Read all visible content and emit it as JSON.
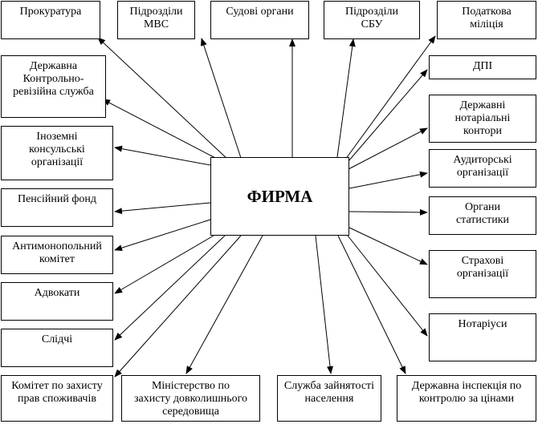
{
  "center": {
    "label": "ФИРМА"
  },
  "nodes": [
    {
      "id": "prokuratura",
      "label": "Прокуратура"
    },
    {
      "id": "mvs",
      "label": "Підрозділи\nМВС"
    },
    {
      "id": "sudovi",
      "label": "Судові органи"
    },
    {
      "id": "sbu",
      "label": "Підрозділи\nСБУ"
    },
    {
      "id": "podatkova",
      "label": "Податкова\nміліція"
    },
    {
      "id": "krs",
      "label": "Державна\nКонтрольно-\nревізійна служба"
    },
    {
      "id": "dpi",
      "label": "ДПІ"
    },
    {
      "id": "notarialni",
      "label": "Державні\nнотаріальні\nконтори"
    },
    {
      "id": "konsulski",
      "label": "Іноземні\nконсульські\nорганізації"
    },
    {
      "id": "audytorski",
      "label": "Аудиторські\nорганізації"
    },
    {
      "id": "pensiynyi",
      "label": "Пенсійний фонд"
    },
    {
      "id": "statystyka",
      "label": "Органи\nстатистики"
    },
    {
      "id": "antymonopolnyi",
      "label": "Антимонопольний\nкомітет"
    },
    {
      "id": "strakhovi",
      "label": "Страхові\nорганізації"
    },
    {
      "id": "advokaty",
      "label": "Адвокати"
    },
    {
      "id": "notariusy",
      "label": "Нотаріуси"
    },
    {
      "id": "slidchi",
      "label": "Слідчі"
    },
    {
      "id": "spozhyvachi",
      "label": "Комітет по захисту\nправ споживачів"
    },
    {
      "id": "dovkillia",
      "label": "Міністерство по\nзахисту довколишнього\nсередовища"
    },
    {
      "id": "zainiatist",
      "label": "Служба зайнятості\nнаселення"
    },
    {
      "id": "tsiny",
      "label": "Державна інспекція по\nконтролю за цінами"
    }
  ]
}
